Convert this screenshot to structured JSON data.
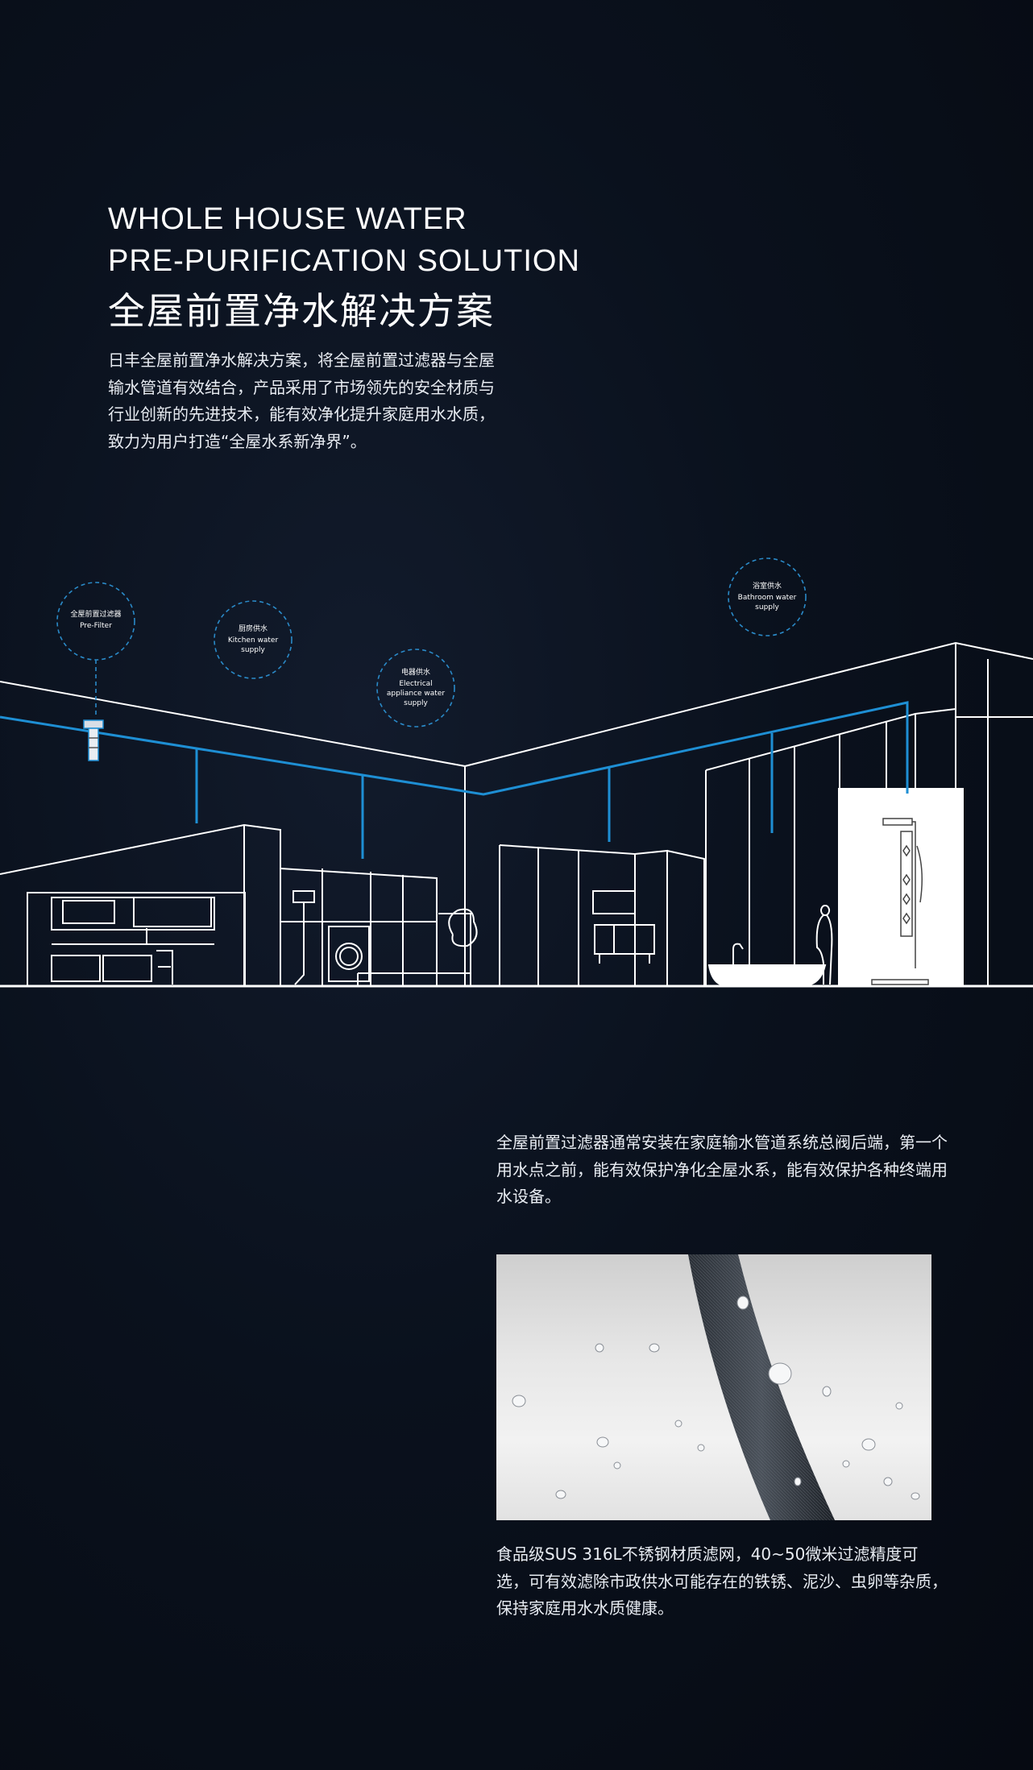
{
  "header": {
    "title_en_line1": "WHOLE HOUSE WATER",
    "title_en_line2": "PRE-PURIFICATION SOLUTION",
    "title_cn": "全屋前置净水解决方案",
    "intro": "日丰全屋前置净水解决方案，将全屋前置过滤器与全屋输水管道有效结合，产品采用了市场领先的安全材质与行业创新的先进技术，能有效净化提升家庭用水水质，致力为用户打造“全屋水系新净界”。"
  },
  "scene": {
    "colors": {
      "line": "#ffffff",
      "pipe": "#1e8fd4",
      "bubble": "#2a8ac8"
    },
    "bubbles": [
      {
        "cn": "全屋前置过滤器",
        "en1": "Pre-Filter",
        "en2": "",
        "en3": ""
      },
      {
        "cn": "厨房供水",
        "en1": "Kitchen water",
        "en2": "supply",
        "en3": ""
      },
      {
        "cn": "电器供水",
        "en1": "Electrical",
        "en2": "appliance water",
        "en3": "supply"
      },
      {
        "cn": "浴室供水",
        "en1": "Bathroom water",
        "en2": "supply",
        "en3": ""
      }
    ]
  },
  "section": {
    "caption1": "全屋前置过滤器通常安装在家庭输水管道系统总阀后端，第一个用水点之前，能有效保护净化全屋水系，能有效保护各种终端用水设备。",
    "caption2": "食品级SUS 316L不锈钢材质滤网，40~50微米过滤精度可选，可有效滤除市政供水可能存在的铁锈、泥沙、虫卵等杂质，保持家庭用水水质健康。"
  }
}
